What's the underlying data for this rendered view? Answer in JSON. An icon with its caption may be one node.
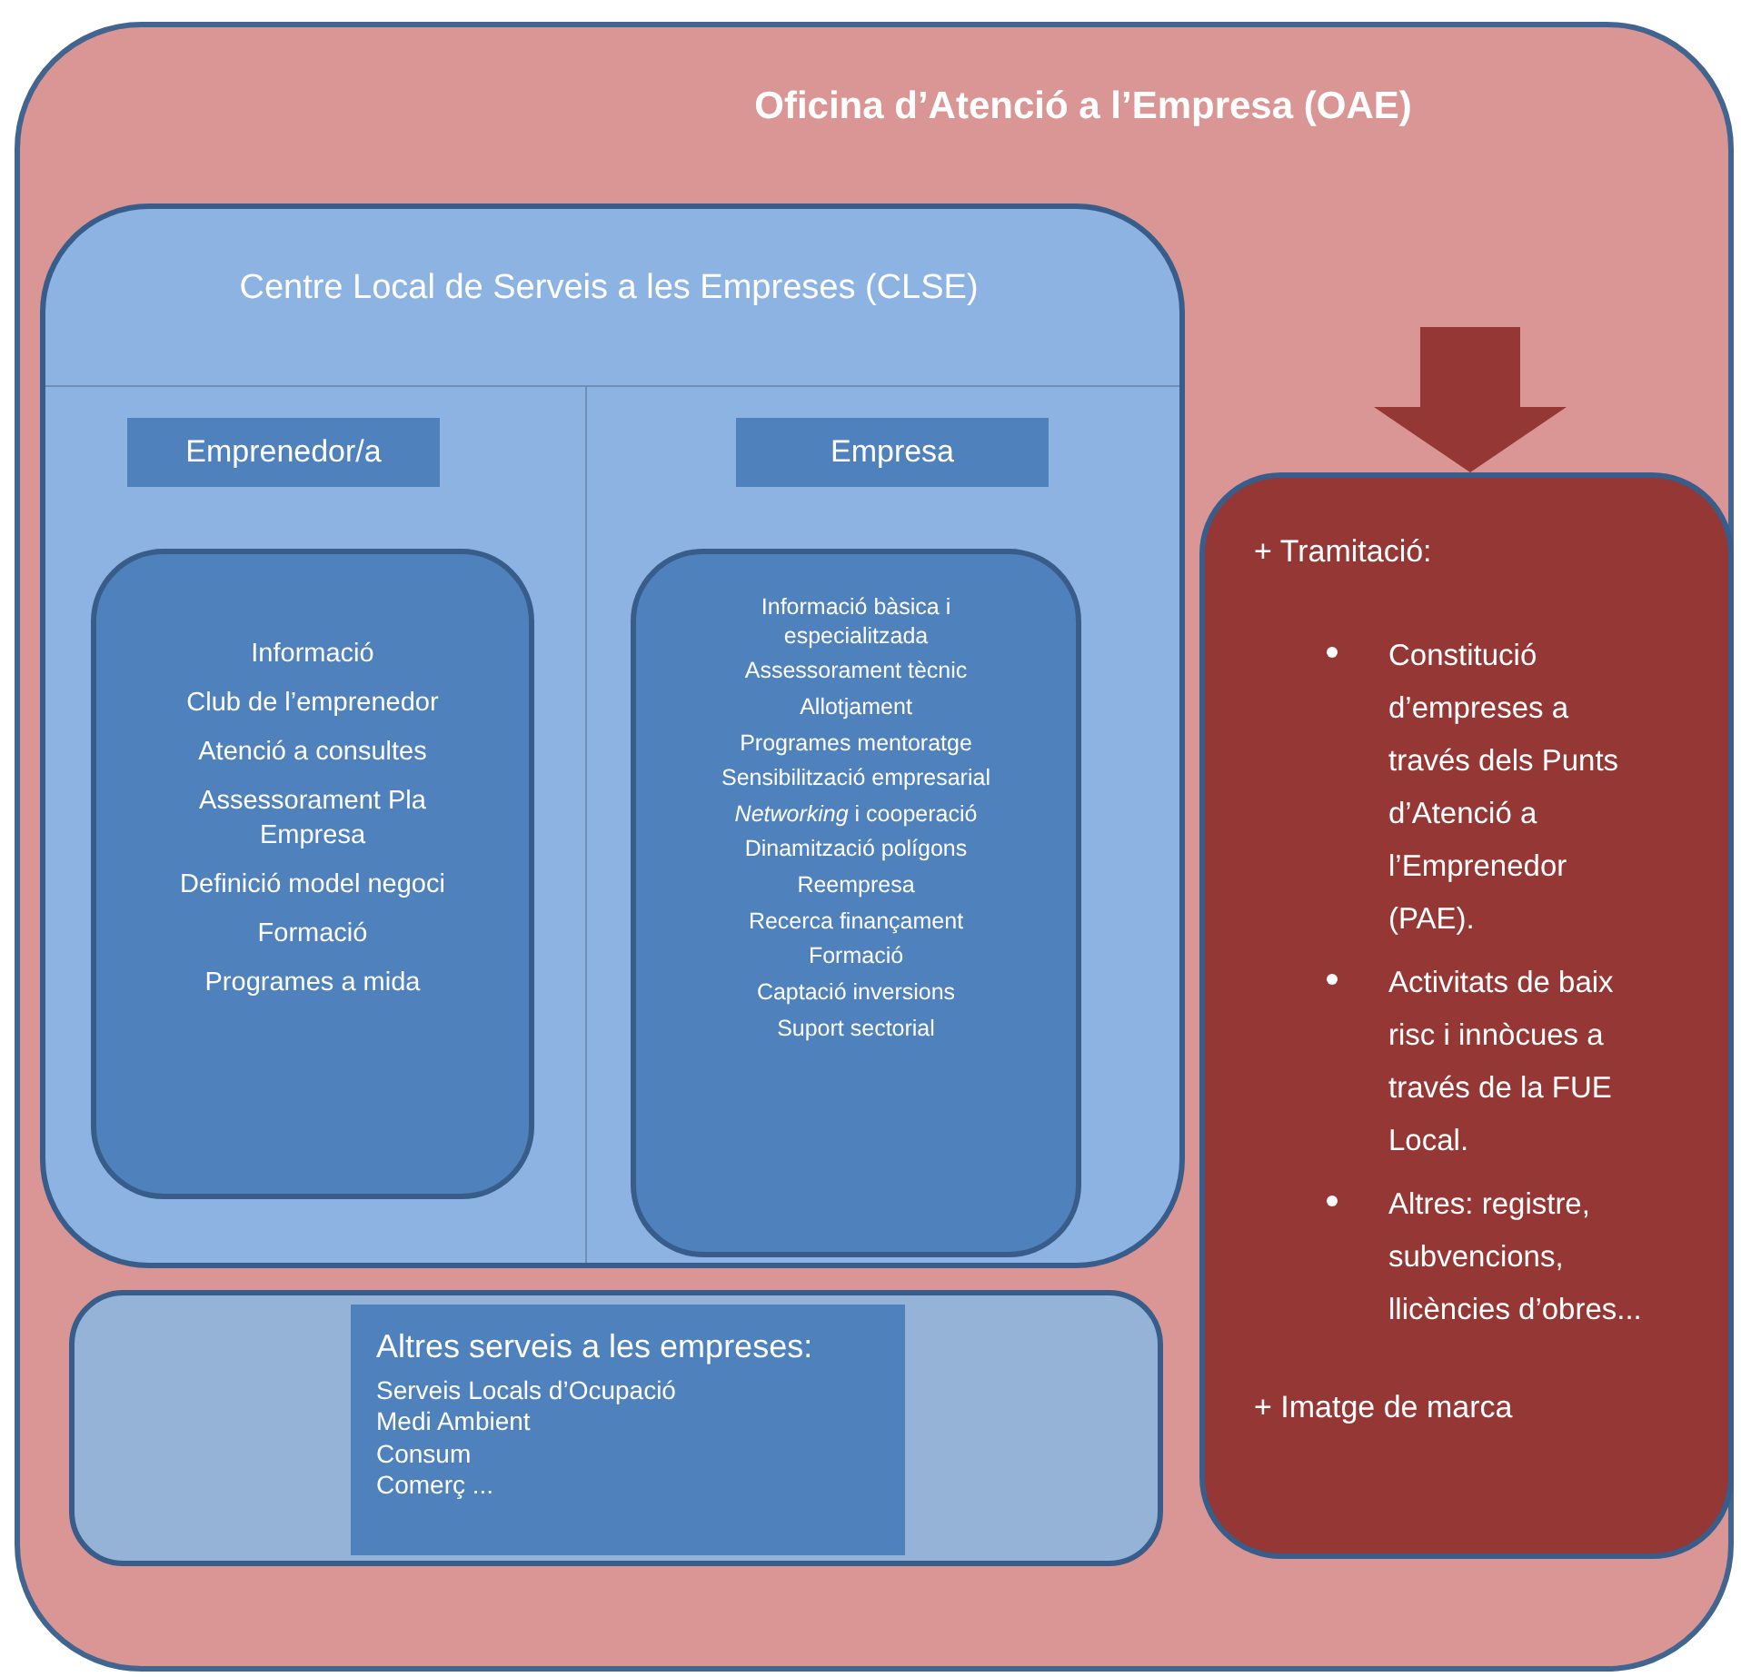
{
  "diagram": {
    "nodes": [
      {
        "text": [
          "Oficina d’Atenció a l’Empresa (OAE)"
        ]
      },
      {
        "text": [
          "Centre Local de Serveis a les Empreses (CLSE)"
        ],
        "in": 0
      },
      {
        "text": [
          "Emprenedor/a"
        ],
        "in": 1
      },
      {
        "text": [
          "Empresa"
        ],
        "in": 1
      },
      {
        "text": [
          "Informació",
          "Club de l’emprenedor",
          "Atenció a consultes",
          "Assessorament Pla Empresa",
          "Definició model negoci",
          "Formació",
          "Programes a mida"
        ],
        "in": 1
      },
      {
        "text": [
          "Informació bàsica i especialitzada",
          "Assessorament tècnic",
          "Allotjament",
          "Programes mentoratge",
          "Sensibilització empresarial",
          "*Networking* i cooperació",
          "Dinamització polígons",
          "Reempresa",
          "Recerca finançament",
          "Formació",
          "Captació inversions",
          "Suport sectorial"
        ],
        "in": 1
      },
      {
        "text": [],
        "shape": "box",
        "in": 0
      },
      {
        "text": [
          "Altres serveis a les empreses:",
          "Serveis Locals d’Ocupació",
          "Medi Ambient",
          "Consum",
          "Comerç ..."
        ],
        "in": 6
      },
      {
        "text": [
          "+ Tramitació:",
          "Constitució d’empreses a través dels Punts d’Atenció a l’Emprenedor (PAE).",
          "Activitats de baix risc i innòcues a través de la FUE Local.",
          "Altres: registre, subvencions, llicències d’obres...",
          "+ Imatge de marca"
        ],
        "in": 0
      }
    ],
    "edges": [
      {
        "from": null,
        "to": 8,
        "arrow": "to"
      }
    ]
  }
}
